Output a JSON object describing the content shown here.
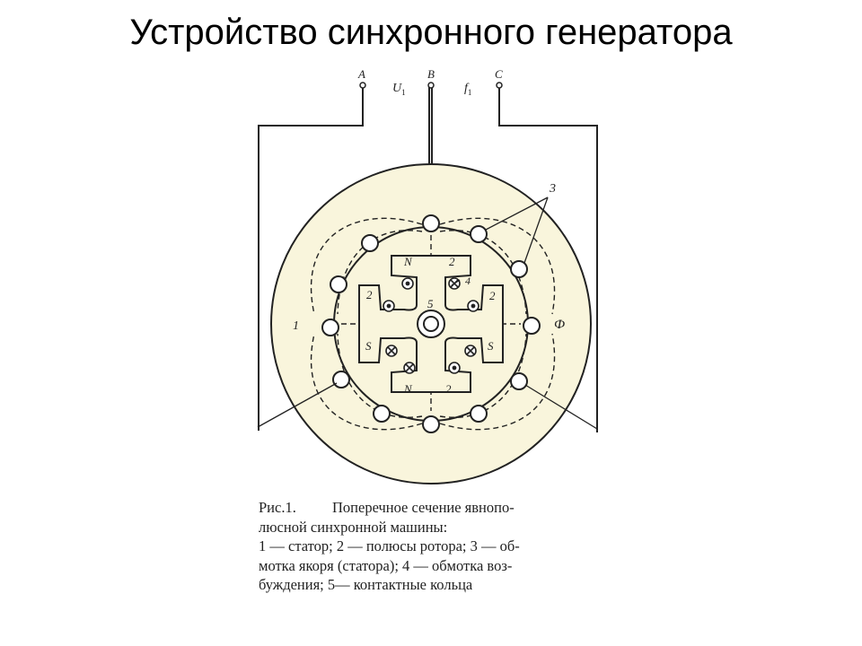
{
  "title": "Устройство синхронного генератора",
  "diagram": {
    "terminals": {
      "a": "A",
      "b": "B",
      "c": "C",
      "u1_main": "U",
      "u1_sub": "1",
      "f1_main": "f",
      "f1_sub": "1"
    },
    "pole_labels": {
      "north_top": "N",
      "north_bottom": "N",
      "south_left": "S",
      "south_right": "S"
    },
    "numbers": {
      "n1": "1",
      "n2a": "2",
      "n2b": "2",
      "n2c": "2",
      "n2d": "2",
      "n3": "3",
      "n4": "4",
      "n5": "5"
    },
    "flux_label": "Ф",
    "colors": {
      "disk": "#f9f5dc",
      "line": "#222222"
    }
  },
  "caption": {
    "fig_number": "Рис.1.",
    "lines": [
      "Поперечное сечение явнопо-",
      "люсной синхронной машины:",
      "1 — статор; 2 — полюсы ротора; 3 — об-",
      "мотка якоря (статора); 4 — обмотка воз-",
      "буждения; 5— контактные кольца"
    ]
  }
}
